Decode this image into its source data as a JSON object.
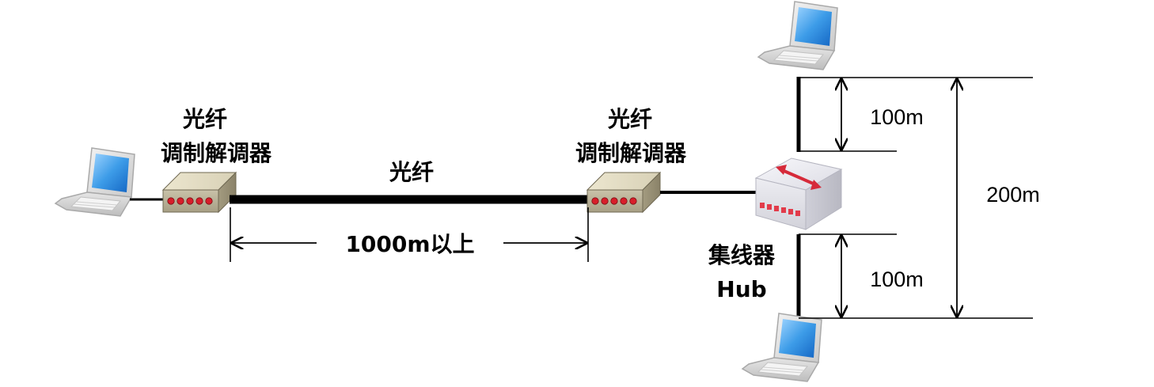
{
  "left_modem": {
    "label_line1": "光纤",
    "label_line2": "调制解调器"
  },
  "right_modem": {
    "label_line1": "光纤",
    "label_line2": "调制解调器"
  },
  "fiber_label": "光纤",
  "distance_fiber": "1000m以上",
  "hub": {
    "label_line1": "集线器",
    "label_line2": "Hub"
  },
  "distance_top": "100m",
  "distance_bottom": "100m",
  "distance_total": "200m",
  "colors": {
    "led_red": "#d81e2a",
    "laptop_screen": "#2f8fe0",
    "hub_arrow": "#d62a3a"
  }
}
